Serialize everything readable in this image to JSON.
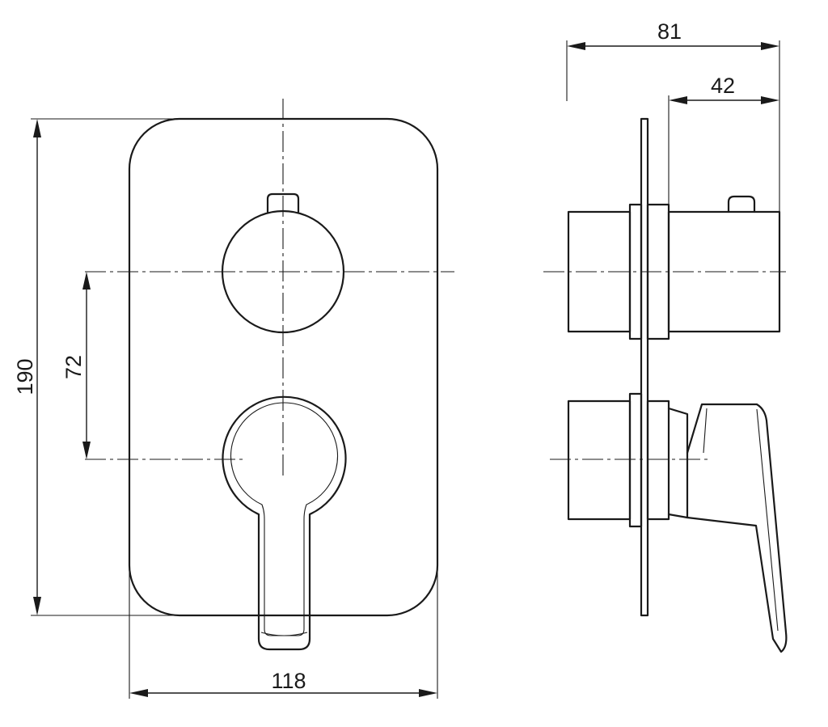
{
  "drawing": {
    "dimensions": {
      "plate_width": "118",
      "plate_height": "190",
      "axis_spacing": "72",
      "total_depth": "81",
      "projection_depth": "42"
    },
    "views": [
      "front",
      "side"
    ]
  }
}
